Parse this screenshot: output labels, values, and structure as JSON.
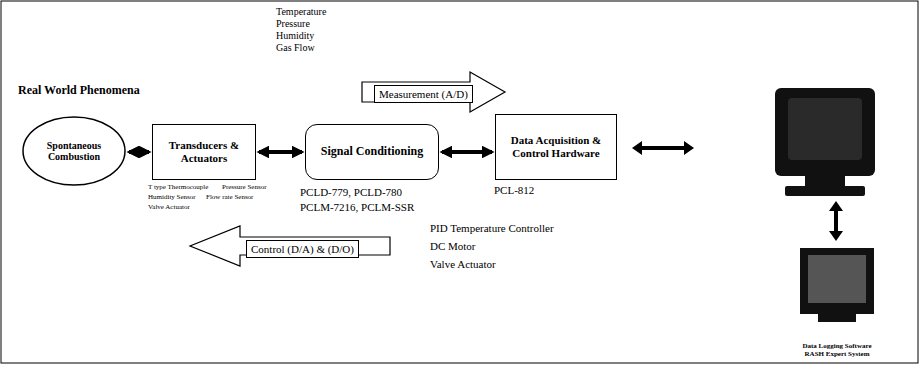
{
  "diagram": {
    "nodes": [
      {
        "text": [
          "Spontaneous Combustion"
        ]
      },
      {
        "text": [
          "Transducers & Actuators"
        ]
      },
      {
        "text": [
          "Signal Conditioning"
        ]
      },
      {
        "text": [
          "Data Acquisition & Control Hardware"
        ]
      },
      {
        "text": [
          "Data Logging Software",
          "RASH Expert System"
        ]
      }
    ],
    "edges": [
      {
        "from": 0,
        "to": 1,
        "arrow": "both"
      },
      {
        "from": 1,
        "to": 2,
        "arrow": "both"
      },
      {
        "from": 2,
        "to": 3,
        "arrow": "both"
      }
    ],
    "labels": [
      "Real World Phenomena",
      "Temperature",
      "Pressure",
      "Humidity",
      "Gas Flow",
      "Measurement (A/D)",
      "T type Thermocouple",
      "Pressure Sensor",
      "Humidity Sensor",
      "Flow rate Sensor",
      "Valve Actuator",
      "PCLD-779, PCLD-780",
      "PCLM-7216, PCLM-SSR",
      "PCL-812",
      "Control (D/A) & (D/O)",
      "PID Temperature Controller",
      "DC Motor",
      "Valve Actuator"
    ]
  }
}
